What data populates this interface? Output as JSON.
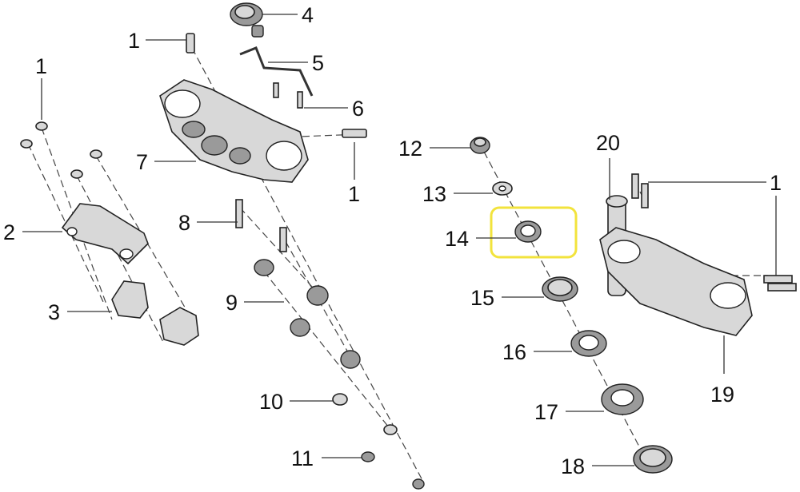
{
  "diagram": {
    "labels": [
      "1",
      "1",
      "4",
      "5",
      "6",
      "7",
      "1",
      "2",
      "8",
      "3",
      "9",
      "10",
      "11",
      "12",
      "13",
      "14",
      "15",
      "16",
      "17",
      "18",
      "19",
      "20",
      "1"
    ],
    "highlight": {
      "part": "14",
      "color": "#f2e33c"
    }
  }
}
